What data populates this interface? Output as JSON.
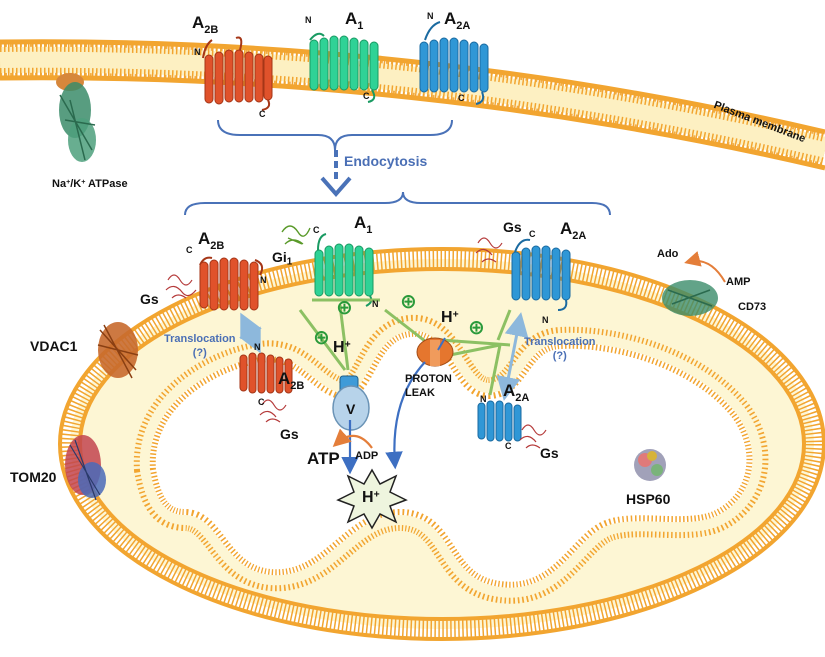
{
  "plasma": {
    "label": "Plasma membrane",
    "receptors": [
      {
        "name": "A",
        "sub": "2B",
        "n": "N",
        "c": "C",
        "color": "#e0522b"
      },
      {
        "name": "A",
        "sub": "1",
        "n": "N",
        "c": "C",
        "color": "#2fd296"
      },
      {
        "name": "A",
        "sub": "2A",
        "n": "N",
        "c": "C",
        "color": "#2f97d6"
      }
    ]
  },
  "endocytosis": "Endocytosis",
  "pump": {
    "name": "Na",
    "sup1": "+",
    "sep": "/K",
    "sup2": "+",
    "rest": " ATPase"
  },
  "mito_outer": {
    "receptors": [
      {
        "name": "A",
        "sub": "2B",
        "n": "N",
        "c": "C"
      },
      {
        "name": "A",
        "sub": "1",
        "n": "N",
        "c": "C"
      },
      {
        "name": "A",
        "sub": "2A",
        "n": "N",
        "c": "C"
      }
    ],
    "gs_left": "Gs",
    "gi": "Gi",
    "gi_sub": "1",
    "gs_right": "Gs"
  },
  "mito_inner": {
    "a2b": {
      "name": "A",
      "sub": "2B",
      "n": "N",
      "c": "C",
      "gs": "Gs"
    },
    "a2a": {
      "name": "A",
      "sub": "2A",
      "n": "N",
      "c": "C",
      "gs": "Gs"
    }
  },
  "translocation_left": {
    "line1": "Translocation",
    "line2": "(?)"
  },
  "translocation_right": {
    "line1": "Translocation",
    "line2": "(?)"
  },
  "plus": "⊕",
  "proton": {
    "h": "H",
    "sup": "+"
  },
  "v_label": "V",
  "atp": "ATP",
  "adp": "ADP",
  "proton_leak": {
    "line1": "PROTON",
    "line2": "LEAK"
  },
  "vdac": "VDAC1",
  "tom": "TOM20",
  "hsp": "HSP60",
  "cd73": "CD73",
  "ado": "Ado",
  "amp": "AMP",
  "colors": {
    "lipid": "#f2a530",
    "matrix": "#fdf6d4",
    "a2b": "#e0522b",
    "a1": "#2fd296",
    "a2a": "#2f97d6",
    "bracket": "#4a72b8",
    "green_line": "#8cc063",
    "arrow_blue": "#3d6fc2",
    "arrow_orange": "#e47e3a"
  }
}
